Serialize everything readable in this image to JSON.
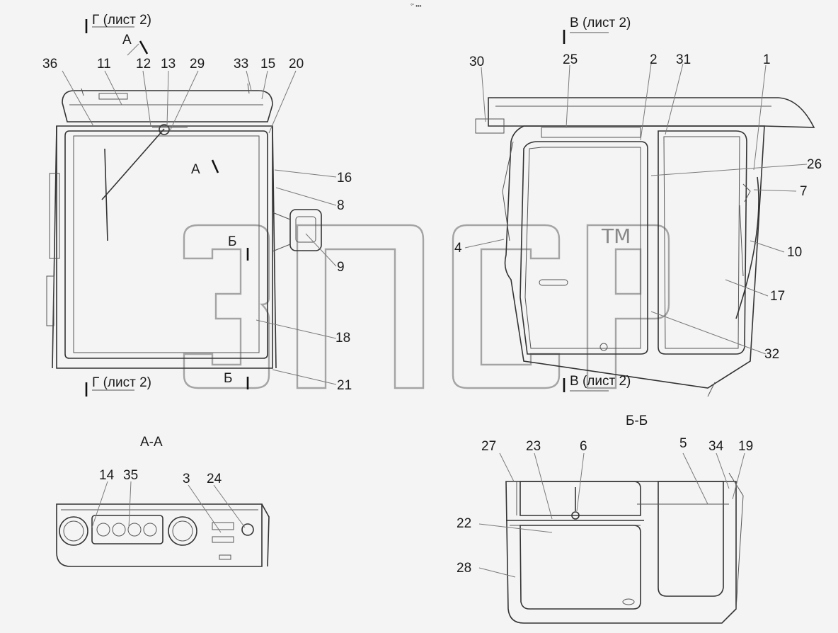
{
  "top_mark": "°‘ •••",
  "watermark": {
    "letters": "зпср",
    "tm": "TM"
  },
  "section_markers": [
    {
      "id": "g-top",
      "text": "Г (лист 2)"
    },
    {
      "id": "g-bottom",
      "text": "Г (лист 2)"
    },
    {
      "id": "v-top",
      "text": "В (лист 2)"
    },
    {
      "id": "v-bottom",
      "text": "В (лист 2)"
    },
    {
      "id": "a-mark-top",
      "text": "А"
    },
    {
      "id": "a-mark-mid",
      "text": "А"
    },
    {
      "id": "b-mark-mid",
      "text": "Б"
    },
    {
      "id": "b-mark-bottom",
      "text": "Б"
    }
  ],
  "section_titles": {
    "aa": "А-А",
    "bb": "Б-Б"
  },
  "callouts": [
    "36",
    "11",
    "12",
    "13",
    "29",
    "33",
    "15",
    "20",
    "16",
    "8",
    "9",
    "18",
    "21",
    "30",
    "25",
    "2",
    "31",
    "1",
    "26",
    "7",
    "4",
    "10",
    "17",
    "32",
    "14",
    "35",
    "3",
    "24",
    "27",
    "23",
    "6",
    "5",
    "34",
    "19",
    "22",
    "28"
  ],
  "colors": {
    "line": "#333333",
    "leader": "#7a7a7a",
    "background": "#f4f4f4",
    "watermark": "#888888"
  }
}
